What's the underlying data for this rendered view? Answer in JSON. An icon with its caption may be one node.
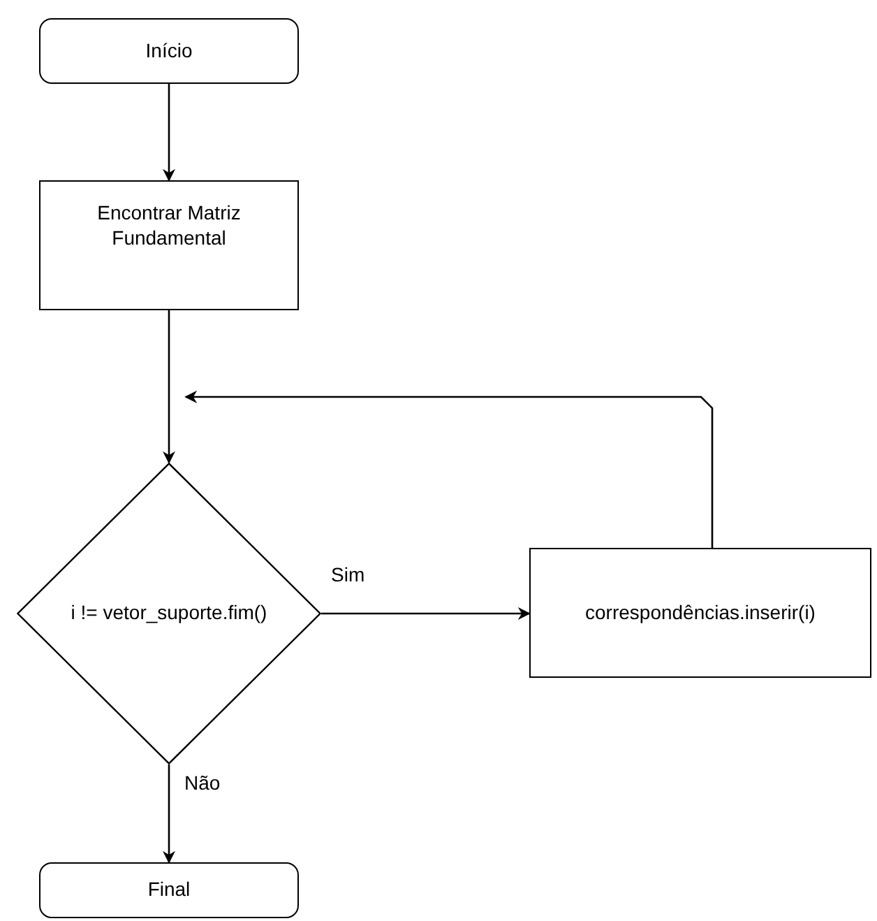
{
  "diagram": {
    "nodes": [
      {
        "text": [
          "Início"
        ]
      },
      {
        "text": [
          "Encontrar Matriz Fundamental"
        ]
      },
      {
        "text": [
          "i != vetor_suporte.fim()"
        ]
      },
      {
        "text": [
          "correspondências.inserir(i)"
        ]
      },
      {
        "text": [
          "Final"
        ]
      }
    ],
    "edges": [
      {
        "from": 0,
        "to": 1,
        "arrow": "to"
      },
      {
        "from": 1,
        "to": 2,
        "arrow": "to"
      },
      {
        "from": 2,
        "to": 3,
        "arrow": "to",
        "label": "Sim"
      },
      {
        "from": 3,
        "to": 2,
        "arrow": "to"
      },
      {
        "from": 2,
        "to": 4,
        "arrow": "to",
        "label": "Não"
      }
    ]
  }
}
